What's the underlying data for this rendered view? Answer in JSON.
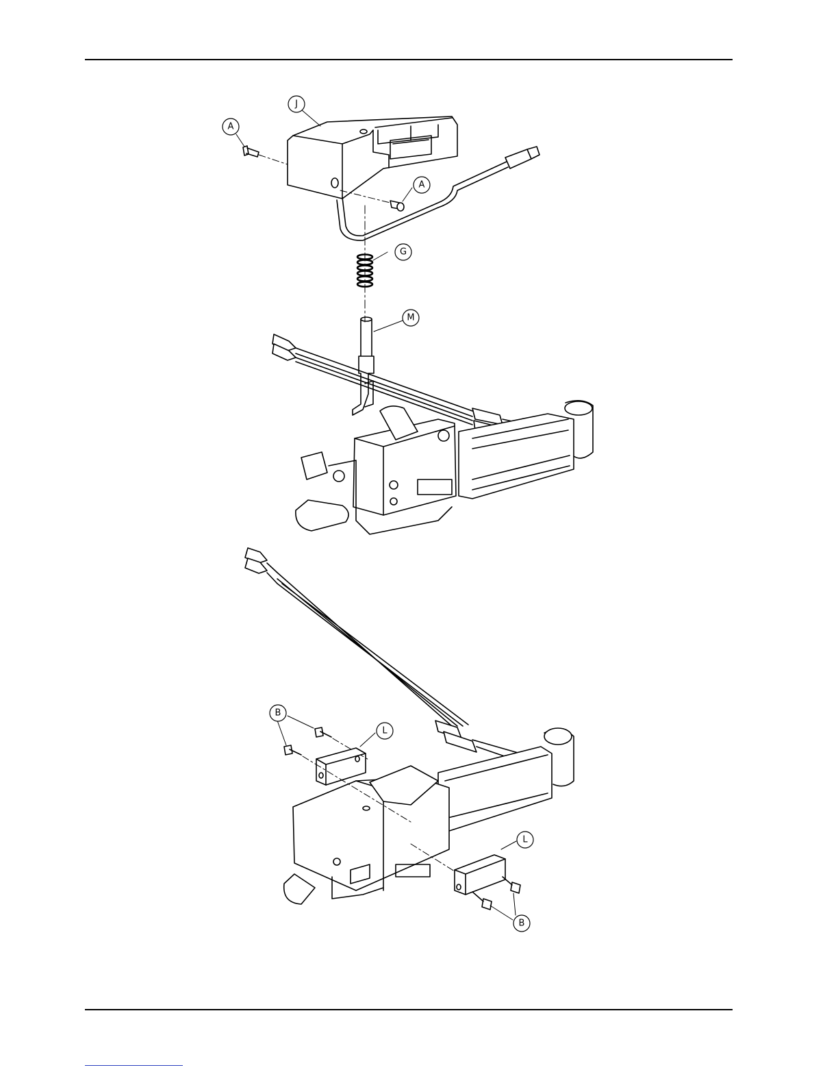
{
  "callouts": {
    "J": "J",
    "A1": "A",
    "A2": "A",
    "G": "G",
    "M": "M",
    "B1": "B",
    "L1": "L",
    "L2": "L",
    "B2": "B"
  }
}
